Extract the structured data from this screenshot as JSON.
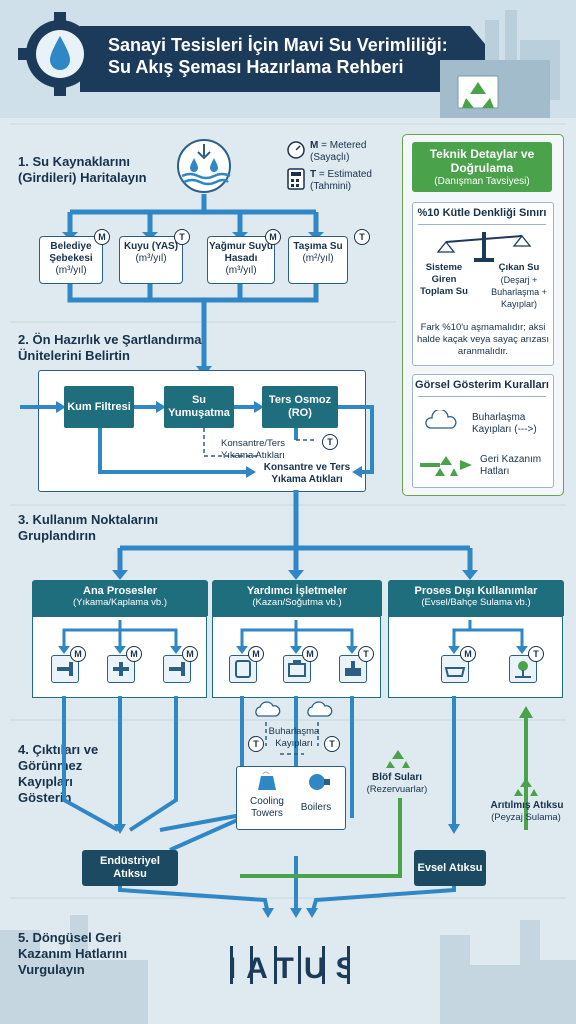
{
  "header": {
    "title_line1": "Sanayi Tesisleri İçin Mavi Su Verimliliği:",
    "title_line2": "Su Akış Şeması Hazırlama Rehberi"
  },
  "steps": {
    "s1": "1. Su Kaynaklarını (Girdileri) Haritalayın",
    "s2": "2. Ön Hazırlık ve Şartlandırma Ünitelerini Belirtin",
    "s3": "3. Kullanım Noktalarını Gruplandırın",
    "s4": "4. Çıktıları ve Görünmez Kayıpları Gösterin",
    "s5": "5. Döngüsel Geri Kazanım Hatlarını Vurgulayın"
  },
  "legend_top": {
    "m_key": "M",
    "m_text": " = Metered",
    "m_sub": "(Sayaçlı)",
    "t_key": "T",
    "t_text": " = Estimated",
    "t_sub": "(Tahmini)"
  },
  "sources": [
    {
      "name": "Belediye Şebekesi",
      "unit": "(m³/yıl)",
      "badge": "M"
    },
    {
      "name": "Kuyu (YAS)",
      "unit": "(m³/yıl)",
      "badge": "T"
    },
    {
      "name": "Yağmur Suyu Hasadı",
      "unit": "(m³/yıl)",
      "badge": "M"
    },
    {
      "name": "Taşıma Su",
      "unit": "(m²/yıl)",
      "badge": "T"
    }
  ],
  "treatment": {
    "sand": "Kum Filtresi",
    "soft": "Su Yumuşatma",
    "ro": "Ters Osmoz (RO)",
    "reject_small": "Konsantre/Ters Yıkama Atıkları",
    "reject_big": "Konsantre ve Ters Yıkama Atıkları",
    "badge": "T"
  },
  "uses": [
    {
      "title": "Ana Prosesler",
      "sub": "(Yıkama/Kaplama vb.)",
      "badges": [
        "M",
        "M",
        "M"
      ]
    },
    {
      "title": "Yardımcı İşletmeler",
      "sub": "(Kazan/Soğutma vb.)",
      "badges": [
        "M",
        "M",
        "T"
      ]
    },
    {
      "title": "Proses Dışı Kullanımlar",
      "sub": "(Evsel/Bahçe Sulama vb.)",
      "badges": [
        "M",
        "T"
      ]
    }
  ],
  "outputs": {
    "evap": "Buharlaşma Kayıpları",
    "cooling": "Cooling Towers",
    "boilers": "Boilers",
    "blof": "Blöf Suları",
    "blof_sub": "(Rezervuarlar)",
    "treated": "Arıtılmış Atıksu",
    "treated_sub": "(Peyzaj Sulama)",
    "industrial": "Endüstriyel Atıksu",
    "domestic": "Evsel Atıksu",
    "badge": "T"
  },
  "panel": {
    "title": "Teknik Detaylar ve Doğrulama",
    "subtitle": "(Danışman Tavsiyesi)",
    "mass_title": "%10 Kütle Denkliği Sınırı",
    "in_label": "Sisteme Giren Toplam Su",
    "out_label": "Çıkan Su",
    "out_sub": "(Deşarj + Buharlaşma + Kayıplar)",
    "note": "Fark %10'u aşmamalıdır; aksi halde kaçak veya sayaç arızası aranmalıdır.",
    "rules_title": "Görsel Gösterim Kuralları",
    "evap_rule": "Buharlaşma Kayıpları (--->)",
    "recov_rule": "Geri Kazanım Hatları"
  },
  "logo": "NATUS",
  "colors": {
    "accent": "#2f87c6",
    "teal": "#1f6e7e",
    "green": "#4aa24a",
    "navy": "#1c3a5a"
  }
}
